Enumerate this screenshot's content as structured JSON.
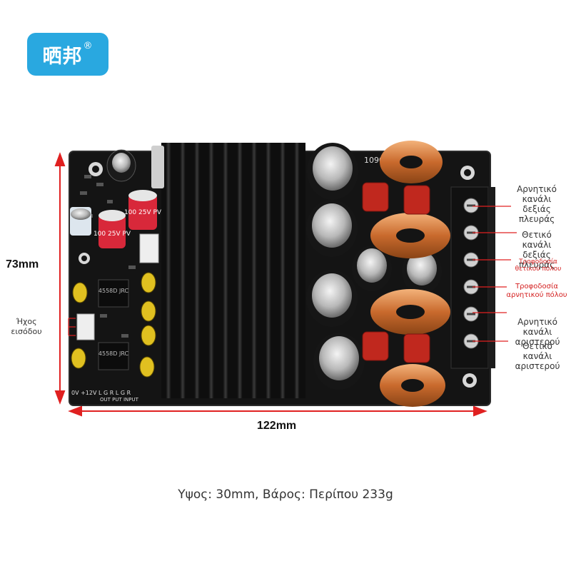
{
  "brand": {
    "name": "晒邦",
    "mark": "®"
  },
  "dimensions": {
    "height": "73mm",
    "width": "122mm"
  },
  "labels": {
    "input": "Ήχος εισόδου",
    "right_neg": "Αρνητικό κανάλι δεξιάς πλευράς",
    "right_pos": "Θετικό κανάλι δεξιάς πλευράς",
    "supply_pos": "Τροφοδοσία θετικού πόλου",
    "supply_neg": "Τροφοδοσία αρνητικού πόλου",
    "left_neg": "Αρνητικό κανάλι αριστερού",
    "left_pos": "Θετικό κανάλι αριστερού"
  },
  "board": {
    "model": "1090",
    "chip1": "4558D JRC",
    "chip2": "4558D JRC",
    "cap1": "100 25V PV",
    "cap2": "100 25V PV",
    "silk": "0V +12V L G R L G R",
    "silk2": "OUT PUT INPUT"
  },
  "caption": "Υψος: 30mm, Βάρος: Περίπου 233g",
  "colors": {
    "brand": "#29a8e0",
    "arrow": "#e02020",
    "pcb": "#141414",
    "label_red": "#d42020"
  }
}
